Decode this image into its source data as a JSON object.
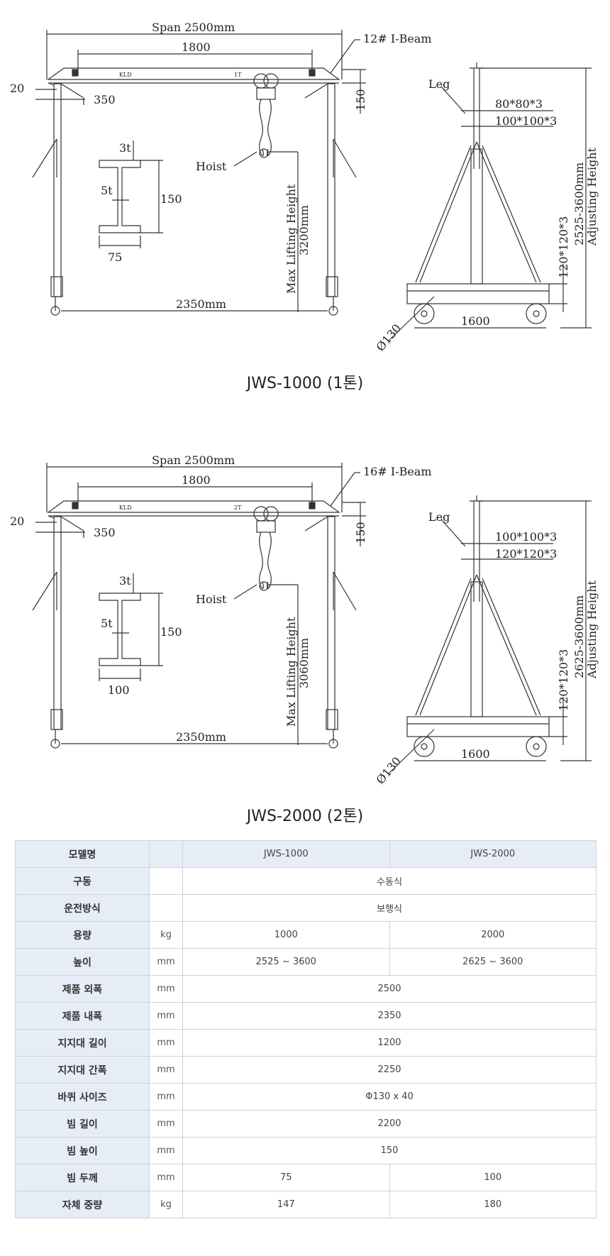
{
  "drawings": [
    {
      "caption": "JWS-1000 (1톤)",
      "span": "Span 2500mm",
      "beam_label": "12# I-Beam",
      "top_dim": "1800",
      "left_offset": "20",
      "inner_offset": "350",
      "right_height": "150",
      "beam_mark_left": "KLD",
      "beam_mark_right": "1T",
      "hoist": "Hoist",
      "flange_thickness": "3t",
      "web_thickness": "5t",
      "ibeam_height": "150",
      "ibeam_width": "75",
      "max_lift_label": "Max Lifting Height",
      "max_lift_value": "3200mm",
      "bottom_dim": "2350mm",
      "leg": "Leg",
      "tube_inner": "80*80*3",
      "tube_outer": "100*100*3",
      "base_tube": "120*120*3",
      "adjust_value": "2525-3600mm",
      "adjust_label": "Adjusting Height",
      "wheel": "Ø130",
      "base_len": "1600"
    },
    {
      "caption": "JWS-2000 (2톤)",
      "span": "Span 2500mm",
      "beam_label": "16# I-Beam",
      "top_dim": "1800",
      "left_offset": "20",
      "inner_offset": "350",
      "right_height": "150",
      "beam_mark_left": "KLD",
      "beam_mark_right": "2T",
      "hoist": "Hoist",
      "flange_thickness": "3t",
      "web_thickness": "5t",
      "ibeam_height": "150",
      "ibeam_width": "100",
      "max_lift_label": "Max Lifting Height",
      "max_lift_value": "3060mm",
      "bottom_dim": "2350mm",
      "leg": "Leg",
      "tube_inner": "100*100*3",
      "tube_outer": "120*120*3",
      "base_tube": "120*120*3",
      "adjust_value": "2625-3600mm",
      "adjust_label": "Adjusting Height",
      "wheel": "Ø130",
      "base_len": "1600"
    }
  ],
  "colors": {
    "label_bg": "#e7edf7",
    "border": "#c9d2e0",
    "line": "#333333"
  },
  "spec_table": {
    "rows": [
      {
        "label": "모델명",
        "unit": "",
        "values": [
          "JWS-1000",
          "JWS-2000"
        ]
      },
      {
        "label": "구동",
        "unit": "",
        "values": [
          "수동식"
        ]
      },
      {
        "label": "운전방식",
        "unit": "",
        "values": [
          "보행식"
        ]
      },
      {
        "label": "용량",
        "unit": "kg",
        "values": [
          "1000",
          "2000"
        ]
      },
      {
        "label": "높이",
        "unit": "mm",
        "values": [
          "2525 ~ 3600",
          "2625 ~ 3600"
        ]
      },
      {
        "label": "제품 외폭",
        "unit": "mm",
        "values": [
          "2500"
        ]
      },
      {
        "label": "제품 내폭",
        "unit": "mm",
        "values": [
          "2350"
        ]
      },
      {
        "label": "지지대 길이",
        "unit": "mm",
        "values": [
          "1200"
        ]
      },
      {
        "label": "지지대 간폭",
        "unit": "mm",
        "values": [
          "2250"
        ]
      },
      {
        "label": "바퀴 사이즈",
        "unit": "mm",
        "values": [
          "Φ130 x 40"
        ]
      },
      {
        "label": "빔 길이",
        "unit": "mm",
        "values": [
          "2200"
        ]
      },
      {
        "label": "빔 높이",
        "unit": "mm",
        "values": [
          "150"
        ]
      },
      {
        "label": "빔 두께",
        "unit": "mm",
        "values": [
          "75",
          "100"
        ]
      },
      {
        "label": "자체 중량",
        "unit": "kg",
        "values": [
          "147",
          "180"
        ]
      }
    ]
  }
}
